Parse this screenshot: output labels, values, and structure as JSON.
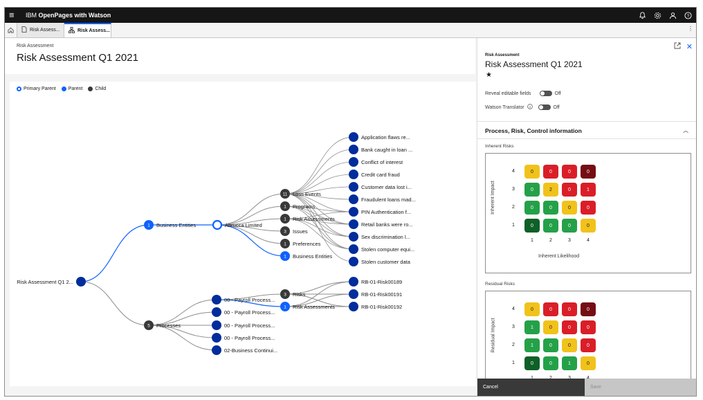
{
  "app": {
    "brand_prefix": "IBM ",
    "brand_name": "OpenPages with Watson"
  },
  "tabs": [
    {
      "label": "Risk Assess..."
    },
    {
      "label": "Risk Assess..."
    }
  ],
  "page": {
    "breadcrumb": "Risk Assessment",
    "title": "Risk Assessment Q1 2021"
  },
  "legend": [
    {
      "label": "Primary Parent",
      "kind": "primary"
    },
    {
      "label": "Parent",
      "kind": "parent"
    },
    {
      "label": "Child",
      "kind": "child"
    }
  ],
  "colors": {
    "primary_blue": "#0f62fe",
    "navy": "#002d9c",
    "child_gray": "#393939",
    "matrix_dark_green": "#0e6027",
    "matrix_green": "#24a148",
    "matrix_yellow": "#f1c21b",
    "matrix_red": "#da1e28",
    "matrix_dark_red": "#750e13"
  },
  "tree": {
    "root": {
      "label": "Risk Assessment Q1 2..."
    },
    "business_entities": {
      "count": "1",
      "label": "Business Entities"
    },
    "abrucca": {
      "label": "Abrucca Limited"
    },
    "abrucca_children": [
      {
        "count": "11",
        "label": "Loss Events"
      },
      {
        "count": "1",
        "label": "Programs"
      },
      {
        "count": "1",
        "label": "Risk Assessments"
      },
      {
        "count": "3",
        "label": "Issues"
      },
      {
        "count": "1",
        "label": "Preferences"
      },
      {
        "count": "1",
        "label": "Business Entities"
      }
    ],
    "loss_events": [
      "Application flaws re...",
      "Bank caught in loan ...",
      "Conflict of interest",
      "Credit card fraud",
      "Customer data lost i...",
      "Fraudulent loans mad...",
      "PIN Authentication f...",
      "Retail banks were ro...",
      "Sex discrimination l...",
      "Stolen computer equi...",
      "Stolen customer data"
    ],
    "processes": {
      "count": "5",
      "label": "Processes"
    },
    "process_children": [
      "00 - Payroll Process...",
      "00 - Payroll Process...",
      "00 - Payroll Process...",
      "00 - Payroll Process...",
      "02-Business Continui..."
    ],
    "process_sub": [
      {
        "count": "3",
        "label": "Risks"
      },
      {
        "count": "1",
        "label": "Risk Assessments"
      }
    ],
    "risks": [
      "RB-01-Risk00189",
      "RB-01-Risk00191",
      "RB-01-Risk00192"
    ]
  },
  "panel": {
    "label": "Risk Assessment",
    "title": "Risk Assessment Q1 2021",
    "reveal_label": "Reveal editable fields",
    "reveal_state": "Off",
    "watson_label": "Watson Translator",
    "watson_state": "Off",
    "section_title": "Process, Risk, Control information",
    "inherent_title": "Inherent Risks",
    "inherent_ylabel": "Inherent Impact",
    "inherent_xlabel": "Inherent Likelihood",
    "residual_title": "Residual Risks",
    "residual_ylabel": "Residual Impact",
    "row_labels": [
      "4",
      "3",
      "2",
      "1"
    ],
    "col_labels": [
      "1",
      "2",
      "3",
      "4"
    ],
    "inherent_values": [
      [
        "0",
        "0",
        "0",
        "0"
      ],
      [
        "0",
        "2",
        "0",
        "1"
      ],
      [
        "0",
        "0",
        "0",
        "0"
      ],
      [
        "0",
        "0",
        "0",
        "0"
      ]
    ],
    "inherent_colors": [
      [
        "yellow",
        "red",
        "red",
        "darkred"
      ],
      [
        "green",
        "yellow",
        "red",
        "red"
      ],
      [
        "green",
        "green",
        "yellow",
        "red"
      ],
      [
        "darkgreen",
        "green",
        "green",
        "yellow"
      ]
    ],
    "residual_values": [
      [
        "0",
        "0",
        "0",
        "0"
      ],
      [
        "1",
        "0",
        "0",
        "0"
      ],
      [
        "1",
        "0",
        "0",
        "0"
      ],
      [
        "0",
        "0",
        "1",
        "0"
      ]
    ],
    "residual_colors": [
      [
        "yellow",
        "red",
        "red",
        "darkred"
      ],
      [
        "green",
        "yellow",
        "red",
        "red"
      ],
      [
        "green",
        "green",
        "yellow",
        "red"
      ],
      [
        "darkgreen",
        "green",
        "green",
        "yellow"
      ]
    ],
    "cancel_label": "Cancel",
    "save_label": "Save"
  }
}
